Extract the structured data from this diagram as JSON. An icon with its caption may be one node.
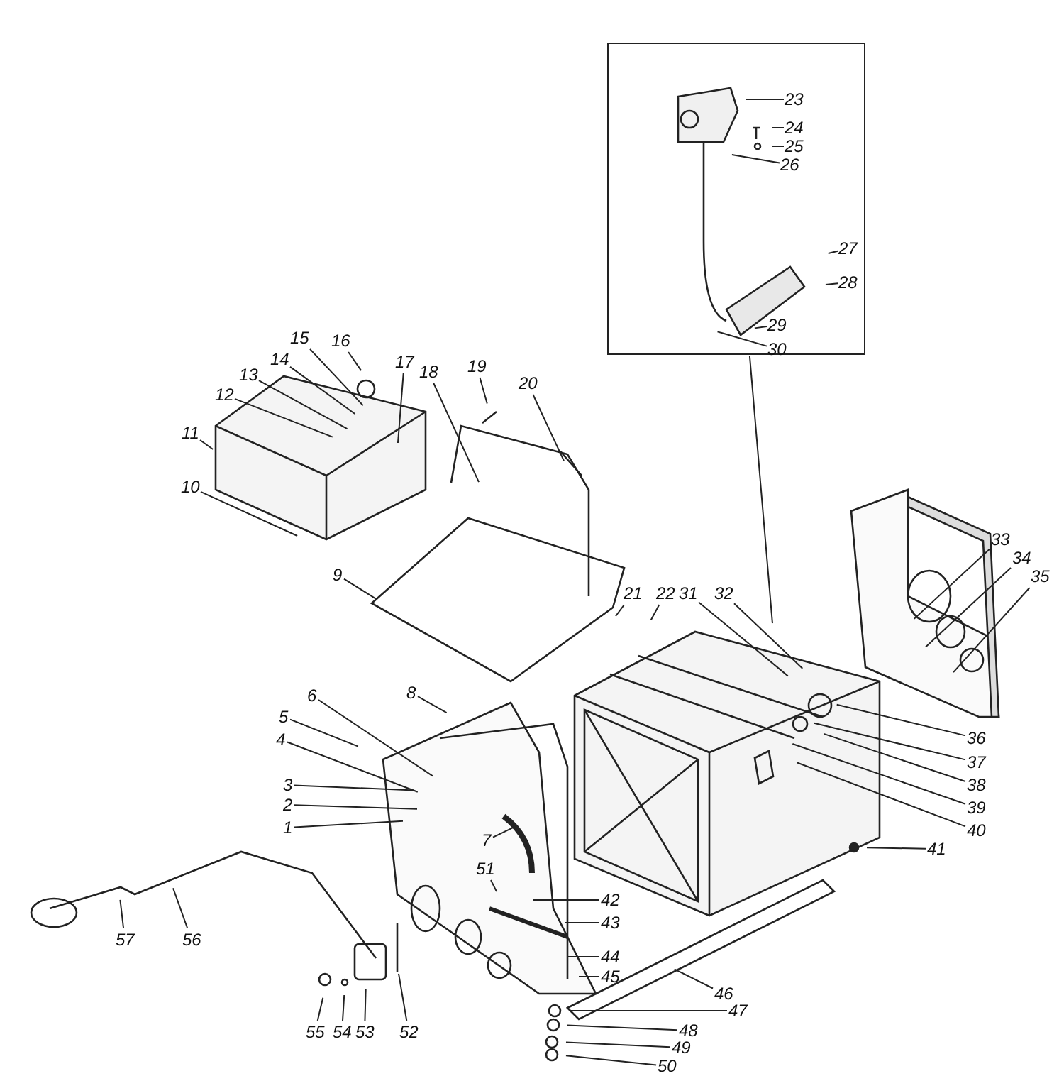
{
  "diagram": {
    "nodes": [
      {
        "text": [],
        "shape": "box"
      },
      {
        "text": [
          "1"
        ]
      },
      {
        "text": [
          "2"
        ]
      },
      {
        "text": [
          "3"
        ]
      },
      {
        "text": [
          "4"
        ]
      },
      {
        "text": [
          "5"
        ]
      },
      {
        "text": [
          "6"
        ]
      },
      {
        "text": [
          "7"
        ]
      },
      {
        "text": [
          "8"
        ]
      },
      {
        "text": [
          "9"
        ]
      },
      {
        "text": [
          "10"
        ]
      },
      {
        "text": [
          "11"
        ]
      },
      {
        "text": [
          "12"
        ]
      },
      {
        "text": [
          "13"
        ]
      },
      {
        "text": [
          "14"
        ]
      },
      {
        "text": [
          "15"
        ]
      },
      {
        "text": [
          "16"
        ]
      },
      {
        "text": [
          "17"
        ]
      },
      {
        "text": [
          "18"
        ]
      },
      {
        "text": [
          "19"
        ]
      },
      {
        "text": [
          "20"
        ]
      },
      {
        "text": [
          "21"
        ]
      },
      {
        "text": [
          "22"
        ]
      },
      {
        "text": [
          "23"
        ],
        "in": 0
      },
      {
        "text": [
          "24"
        ],
        "in": 0
      },
      {
        "text": [
          "25"
        ],
        "in": 0
      },
      {
        "text": [
          "26"
        ],
        "in": 0
      },
      {
        "text": [
          "27"
        ],
        "in": 0
      },
      {
        "text": [
          "28"
        ],
        "in": 0
      },
      {
        "text": [
          "29"
        ],
        "in": 0
      },
      {
        "text": [
          "30"
        ],
        "in": 0
      },
      {
        "text": [
          "31"
        ]
      },
      {
        "text": [
          "32"
        ]
      },
      {
        "text": [
          "33"
        ]
      },
      {
        "text": [
          "34"
        ]
      },
      {
        "text": [
          "35"
        ]
      },
      {
        "text": [
          "36"
        ]
      },
      {
        "text": [
          "37"
        ]
      },
      {
        "text": [
          "38"
        ]
      },
      {
        "text": [
          "39"
        ]
      },
      {
        "text": [
          "40"
        ]
      },
      {
        "text": [
          "41"
        ]
      },
      {
        "text": [
          "42"
        ]
      },
      {
        "text": [
          "43"
        ]
      },
      {
        "text": [
          "44"
        ]
      },
      {
        "text": [
          "45"
        ]
      },
      {
        "text": [
          "46"
        ]
      },
      {
        "text": [
          "47"
        ]
      },
      {
        "text": [
          "48"
        ]
      },
      {
        "text": [
          "49"
        ]
      },
      {
        "text": [
          "50"
        ]
      },
      {
        "text": [
          "51"
        ]
      },
      {
        "text": [
          "52"
        ]
      },
      {
        "text": [
          "53"
        ]
      },
      {
        "text": [
          "54"
        ]
      },
      {
        "text": [
          "55"
        ]
      },
      {
        "text": [
          "56"
        ]
      },
      {
        "text": [
          "57"
        ]
      }
    ],
    "edges": [
      {
        "from": 0,
        "to": null,
        "arrow": "none"
      },
      {
        "from": 1,
        "to": null,
        "arrow": "none"
      },
      {
        "from": 2,
        "to": null,
        "arrow": "none"
      },
      {
        "from": 3,
        "to": null,
        "arrow": "none"
      },
      {
        "from": 4,
        "to": null,
        "arrow": "none"
      },
      {
        "from": 5,
        "to": null,
        "arrow": "none"
      },
      {
        "from": 6,
        "to": null,
        "arrow": "none"
      },
      {
        "from": 7,
        "to": null,
        "arrow": "none"
      },
      {
        "from": 8,
        "to": null,
        "arrow": "none"
      },
      {
        "from": 9,
        "to": null,
        "arrow": "none"
      },
      {
        "from": 10,
        "to": null,
        "arrow": "none"
      },
      {
        "from": 11,
        "to": null,
        "arrow": "none"
      },
      {
        "from": 12,
        "to": null,
        "arrow": "none"
      },
      {
        "from": 13,
        "to": null,
        "arrow": "none"
      },
      {
        "from": 14,
        "to": null,
        "arrow": "none"
      },
      {
        "from": 15,
        "to": null,
        "arrow": "none"
      },
      {
        "from": 16,
        "to": null,
        "arrow": "none"
      },
      {
        "from": 17,
        "to": null,
        "arrow": "none"
      },
      {
        "from": 18,
        "to": null,
        "arrow": "none"
      },
      {
        "from": 19,
        "to": null,
        "arrow": "none"
      },
      {
        "from": 20,
        "to": null,
        "arrow": "none"
      },
      {
        "from": 21,
        "to": null,
        "arrow": "none"
      },
      {
        "from": 22,
        "to": null,
        "arrow": "none"
      },
      {
        "from": 23,
        "to": null,
        "arrow": "none"
      },
      {
        "from": 24,
        "to": null,
        "arrow": "none"
      },
      {
        "from": 25,
        "to": null,
        "arrow": "none"
      },
      {
        "from": 26,
        "to": null,
        "arrow": "none"
      },
      {
        "from": 27,
        "to": null,
        "arrow": "none"
      },
      {
        "from": 28,
        "to": null,
        "arrow": "none"
      },
      {
        "from": 29,
        "to": null,
        "arrow": "none"
      },
      {
        "from": 30,
        "to": null,
        "arrow": "none"
      },
      {
        "from": 31,
        "to": null,
        "arrow": "none"
      },
      {
        "from": 32,
        "to": null,
        "arrow": "none"
      },
      {
        "from": 33,
        "to": null,
        "arrow": "none"
      },
      {
        "from": 34,
        "to": null,
        "arrow": "none"
      },
      {
        "from": 35,
        "to": null,
        "arrow": "none"
      },
      {
        "from": 36,
        "to": null,
        "arrow": "none"
      },
      {
        "from": 37,
        "to": null,
        "arrow": "none"
      },
      {
        "from": 38,
        "to": null,
        "arrow": "none"
      },
      {
        "from": 39,
        "to": null,
        "arrow": "none"
      },
      {
        "from": 40,
        "to": null,
        "arrow": "none"
      },
      {
        "from": 41,
        "to": null,
        "arrow": "none"
      },
      {
        "from": 42,
        "to": null,
        "arrow": "none"
      },
      {
        "from": 43,
        "to": null,
        "arrow": "none"
      },
      {
        "from": 44,
        "to": null,
        "arrow": "none"
      },
      {
        "from": 45,
        "to": null,
        "arrow": "none"
      },
      {
        "from": 46,
        "to": null,
        "arrow": "none"
      },
      {
        "from": 47,
        "to": null,
        "arrow": "none"
      },
      {
        "from": 48,
        "to": null,
        "arrow": "none"
      },
      {
        "from": 49,
        "to": null,
        "arrow": "none"
      },
      {
        "from": 50,
        "to": null,
        "arrow": "none"
      },
      {
        "from": 51,
        "to": null,
        "arrow": "none"
      },
      {
        "from": 52,
        "to": null,
        "arrow": "none"
      },
      {
        "from": 53,
        "to": null,
        "arrow": "none"
      },
      {
        "from": 54,
        "to": null,
        "arrow": "none"
      },
      {
        "from": 55,
        "to": null,
        "arrow": "none"
      },
      {
        "from": 56,
        "to": null,
        "arrow": "none"
      },
      {
        "from": 57,
        "to": null,
        "arrow": "none"
      }
    ]
  }
}
